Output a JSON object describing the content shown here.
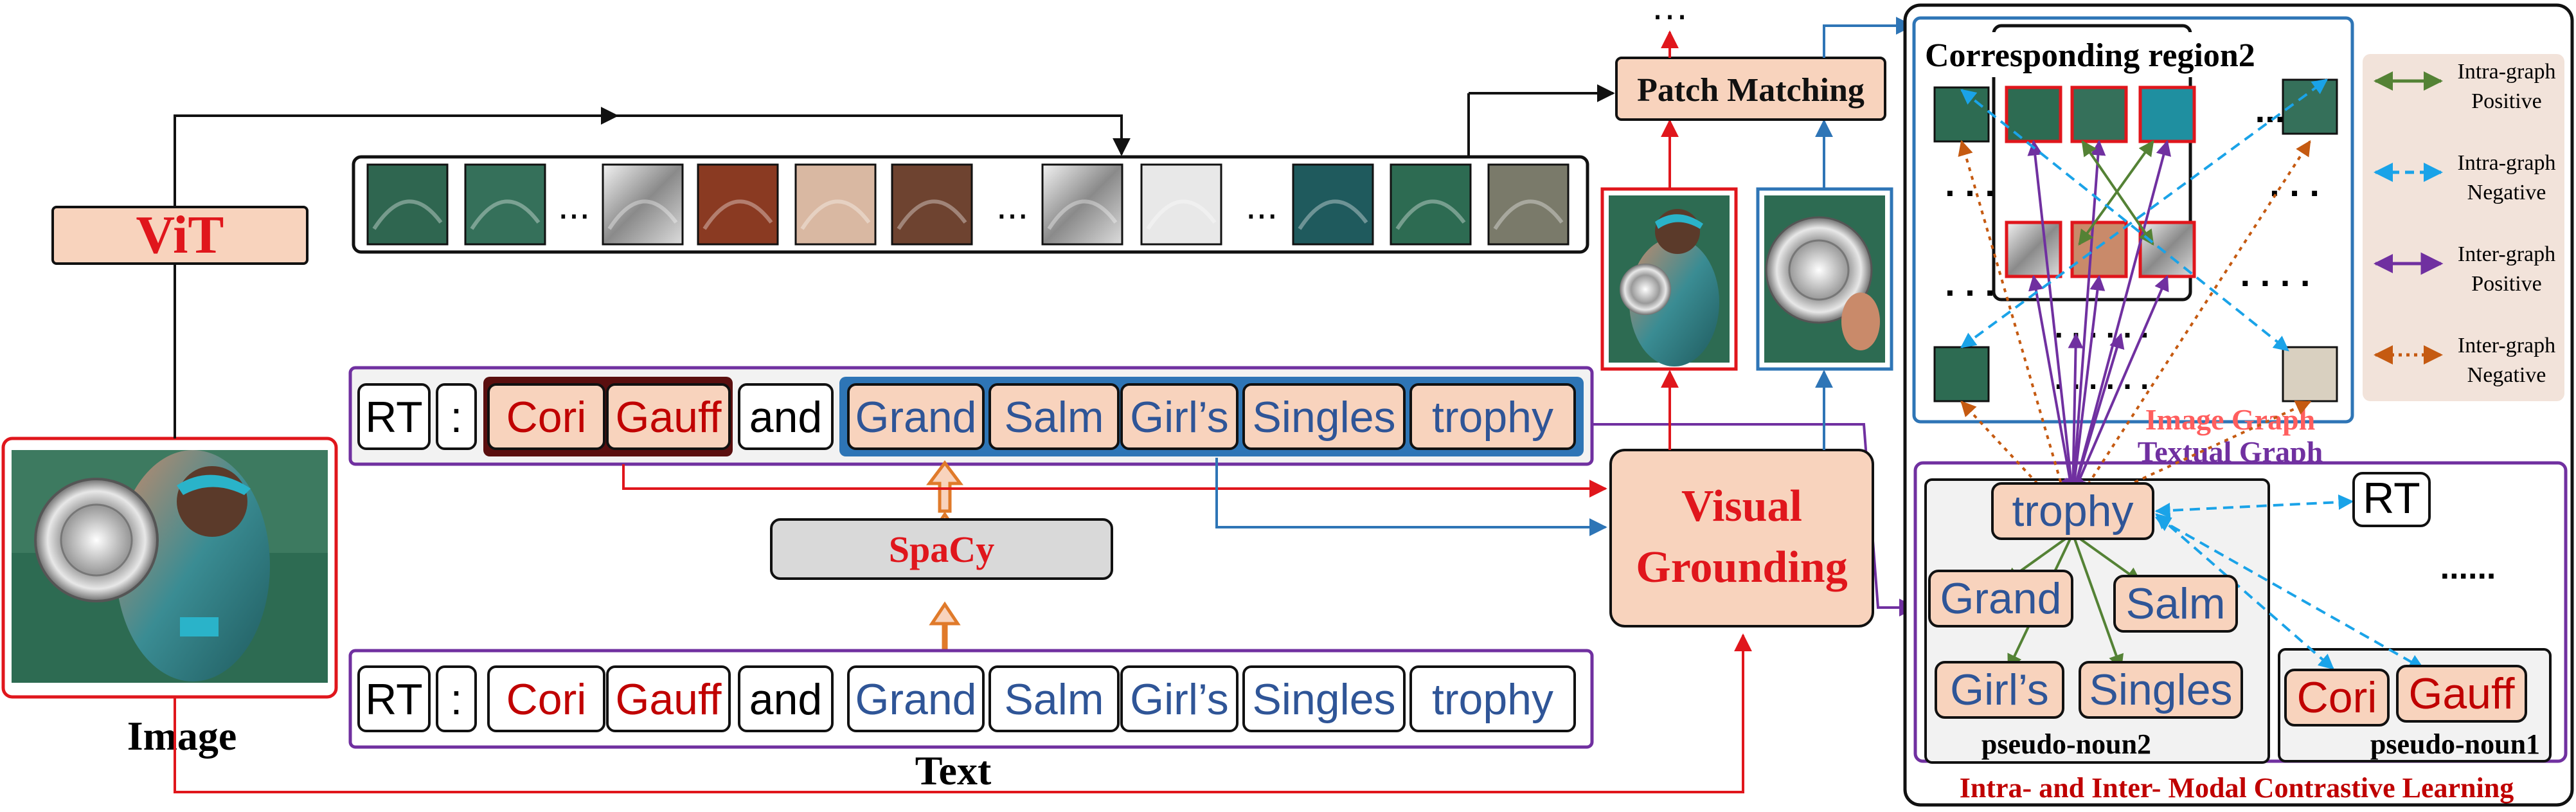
{
  "vit": {
    "label": "ViT"
  },
  "image_caption": "Image",
  "text_caption": "Text",
  "spacy": {
    "label": "SpaCy"
  },
  "visual_grounding": {
    "line1": "Visual",
    "line2": "Grounding"
  },
  "patch_matching": {
    "label": "Patch Matching"
  },
  "ellipsis": "…",
  "dots": "...",
  "grounded_tokens": [
    "RT",
    ":",
    "Cori",
    "Gauff",
    "and",
    "Grand",
    "Salm",
    "Girl’s",
    "Singles",
    "trophy"
  ],
  "input_tokens": [
    "RT",
    ":",
    "Cori",
    "Gauff",
    "and",
    "Grand",
    "Salm",
    "Girl’s",
    "Singles",
    "trophy"
  ],
  "image_graph": {
    "title": "Corresponding region2",
    "label": "Image Graph",
    "dots": "...",
    "dots_wide": ". . . .",
    "dots_mid": ". . . . . .",
    "dots_short": ". . ."
  },
  "textual_graph": {
    "label": "Textual Graph",
    "nodes": {
      "trophy": "trophy",
      "grand": "Grand",
      "salm": "Salm",
      "girls": "Girl’s",
      "singles": "Singles",
      "rt": "RT",
      "cori": "Cori",
      "gauff": "Gauff"
    },
    "pseudo_noun2": "pseudo-noun2",
    "pseudo_noun1": "pseudo-noun1",
    "more": "......"
  },
  "legend": [
    {
      "line1": "Intra-graph",
      "line2": "Positive",
      "color": "#548235",
      "style": "solid"
    },
    {
      "line1": "Intra-graph",
      "line2": "Negative",
      "color": "#1aa3e8",
      "style": "dashed"
    },
    {
      "line1": "Inter-graph",
      "line2": "Positive",
      "color": "#7030a0",
      "style": "solid"
    },
    {
      "line1": "Inter-graph",
      "line2": "Negative",
      "color": "#c55a11",
      "style": "dotted"
    }
  ],
  "footer": "Intra- and Inter- Modal Contrastive Learning",
  "colors": {
    "red": "#e0161c",
    "blue": "#2e75b6",
    "purple": "#7030a0",
    "peach": "#f8d3bd",
    "grey": "#d9d9d9",
    "token_red": "#c00000",
    "token_blue": "#2f5597"
  }
}
